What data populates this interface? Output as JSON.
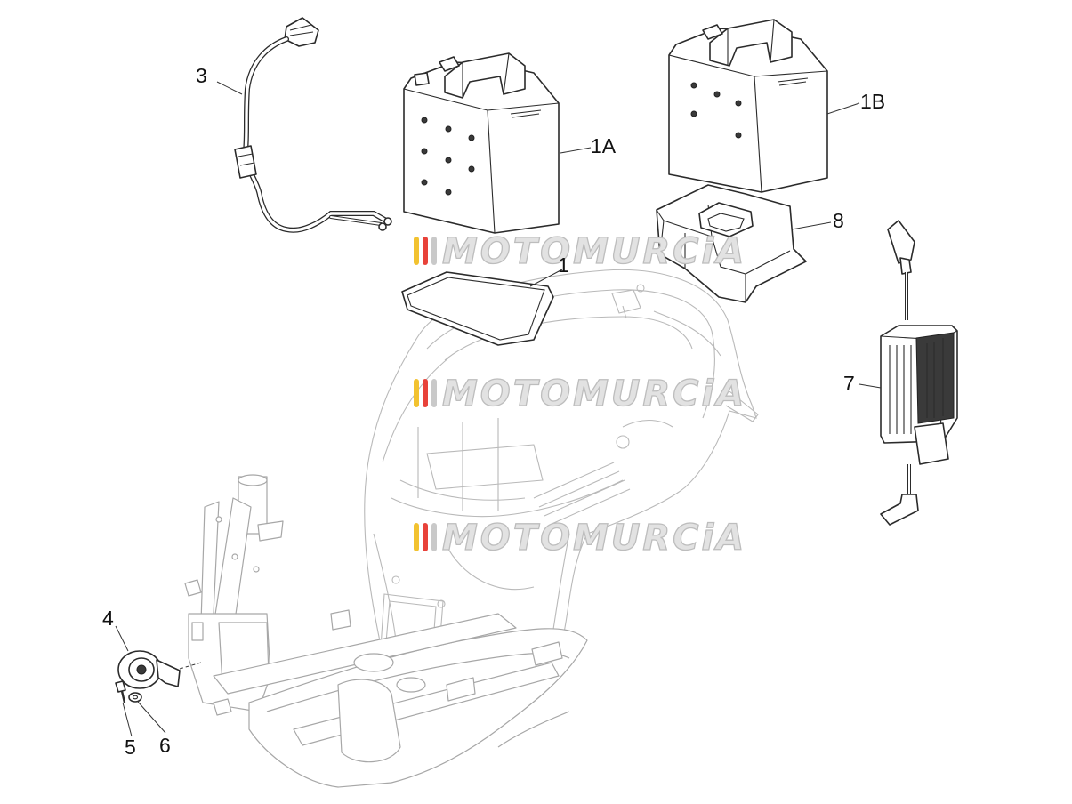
{
  "diagram": {
    "watermark_text": "MOTOMURCiA",
    "watermark_colors": [
      "#f2c230",
      "#e8423a",
      "#c9c9c9"
    ],
    "callouts": {
      "c1": "1",
      "c1A": "1A",
      "c1B": "1B",
      "c3": "3",
      "c4": "4",
      "c5": "5",
      "c6": "6",
      "c7": "7",
      "c8": "8"
    }
  }
}
